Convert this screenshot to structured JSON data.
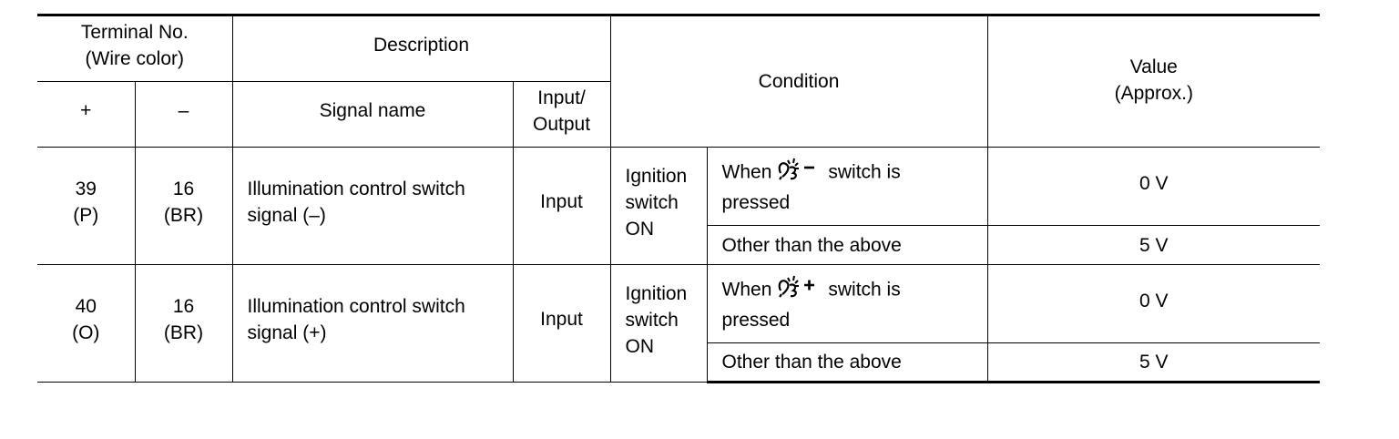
{
  "header": {
    "terminal_no_line1": "Terminal No.",
    "terminal_no_line2": "(Wire color)",
    "description": "Description",
    "condition": "Condition",
    "value_line1": "Value",
    "value_line2": "(Approx.)",
    "plus": "+",
    "minus": "–",
    "signal_name": "Signal name",
    "input_output_line1": "Input/",
    "input_output_line2": "Output"
  },
  "rows": [
    {
      "plus_terminal": "39",
      "plus_color": "(P)",
      "minus_terminal": "16",
      "minus_color": "(BR)",
      "signal_line1": "Illumination control switch",
      "signal_line2": "signal (–)",
      "io": "Input",
      "ignition_line1": "Ignition",
      "ignition_line2": "switch",
      "ignition_line3": "ON",
      "cond1_prefix": "When",
      "cond1_icon": "illumination-dial-minus-icon",
      "cond1_suffix": "switch is",
      "cond1_line2": "pressed",
      "value1": "0 V",
      "cond2": "Other than the above",
      "value2": "5 V"
    },
    {
      "plus_terminal": "40",
      "plus_color": "(O)",
      "minus_terminal": "16",
      "minus_color": "(BR)",
      "signal_line1": "Illumination control switch",
      "signal_line2": "signal (+)",
      "io": "Input",
      "ignition_line1": "Ignition",
      "ignition_line2": "switch",
      "ignition_line3": "ON",
      "cond1_prefix": "When",
      "cond1_icon": "illumination-dial-plus-icon",
      "cond1_suffix": "switch is",
      "cond1_line2": "pressed",
      "value1": "0 V",
      "cond2": "Other than the above",
      "value2": "5 V"
    }
  ]
}
